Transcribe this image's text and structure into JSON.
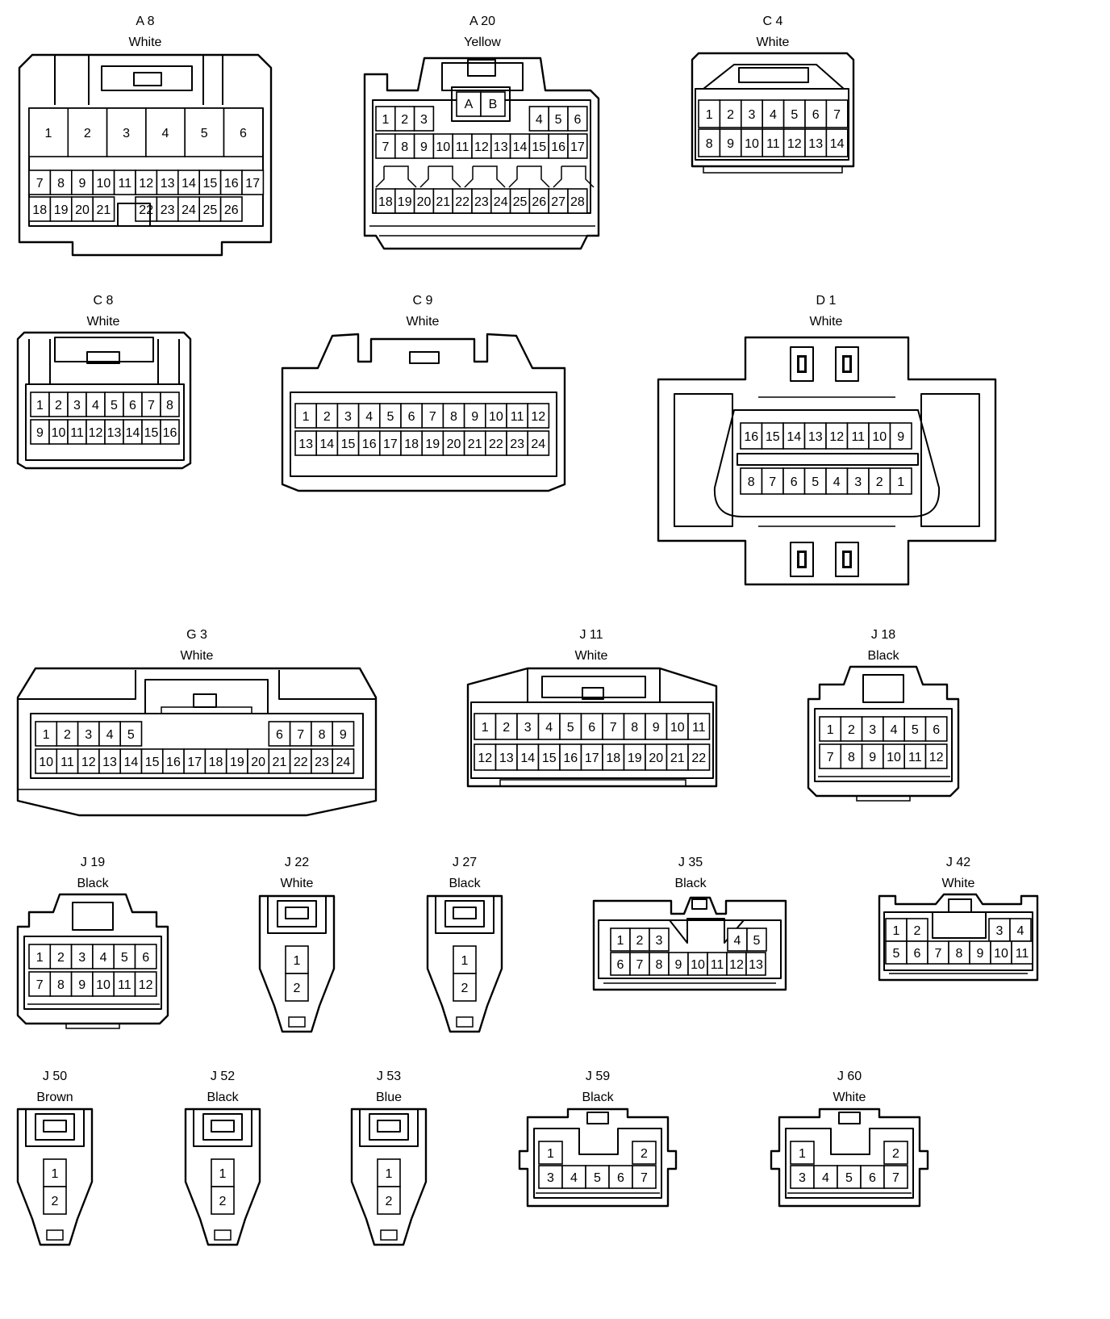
{
  "connectors": [
    {
      "id": "A 8",
      "color": "White",
      "rows": [
        [
          "1",
          "2",
          "3",
          "4",
          "5",
          "6"
        ],
        [
          "7",
          "8",
          "9",
          "10",
          "11",
          "12",
          "13",
          "14",
          "15",
          "16",
          "17"
        ],
        [
          "18",
          "19",
          "20",
          "21",
          "",
          "22",
          "23",
          "24",
          "25",
          "26"
        ]
      ]
    },
    {
      "id": "A 20",
      "color": "Yellow",
      "top_pins": [
        "A",
        "B"
      ],
      "rows": [
        [
          "1",
          "2",
          "3",
          "",
          "",
          "",
          "",
          "",
          "4",
          "5",
          "6"
        ],
        [
          "7",
          "8",
          "9",
          "10",
          "11",
          "12",
          "13",
          "14",
          "15",
          "16",
          "17"
        ],
        [
          "18",
          "19",
          "20",
          "21",
          "22",
          "23",
          "24",
          "25",
          "26",
          "27",
          "28"
        ]
      ]
    },
    {
      "id": "C 4",
      "color": "White",
      "rows": [
        [
          "1",
          "2",
          "3",
          "4",
          "5",
          "6",
          "7"
        ],
        [
          "8",
          "9",
          "10",
          "11",
          "12",
          "13",
          "14"
        ]
      ]
    },
    {
      "id": "C 8",
      "color": "White",
      "rows": [
        [
          "1",
          "2",
          "3",
          "4",
          "5",
          "6",
          "7",
          "8"
        ],
        [
          "9",
          "10",
          "11",
          "12",
          "13",
          "14",
          "15",
          "16"
        ]
      ]
    },
    {
      "id": "C 9",
      "color": "White",
      "rows": [
        [
          "1",
          "2",
          "3",
          "4",
          "5",
          "6",
          "7",
          "8",
          "9",
          "10",
          "11",
          "12"
        ],
        [
          "13",
          "14",
          "15",
          "16",
          "17",
          "18",
          "19",
          "20",
          "21",
          "22",
          "23",
          "24"
        ]
      ]
    },
    {
      "id": "D 1",
      "color": "White",
      "rows": [
        [
          "16",
          "15",
          "14",
          "13",
          "12",
          "11",
          "10",
          "9"
        ],
        [
          "8",
          "7",
          "6",
          "5",
          "4",
          "3",
          "2",
          "1"
        ]
      ]
    },
    {
      "id": "G 3",
      "color": "White",
      "rows": [
        [
          "1",
          "2",
          "3",
          "4",
          "5",
          "",
          "",
          "",
          "",
          "",
          "",
          "6",
          "7",
          "8",
          "9"
        ],
        [
          "10",
          "11",
          "12",
          "13",
          "14",
          "15",
          "16",
          "17",
          "18",
          "19",
          "20",
          "21",
          "22",
          "23",
          "24"
        ]
      ]
    },
    {
      "id": "J 11",
      "color": "White",
      "rows": [
        [
          "1",
          "2",
          "3",
          "4",
          "5",
          "6",
          "7",
          "8",
          "9",
          "10",
          "11"
        ],
        [
          "12",
          "13",
          "14",
          "15",
          "16",
          "17",
          "18",
          "19",
          "20",
          "21",
          "22"
        ]
      ]
    },
    {
      "id": "J 18",
      "color": "Black",
      "rows": [
        [
          "1",
          "2",
          "3",
          "4",
          "5",
          "6"
        ],
        [
          "7",
          "8",
          "9",
          "10",
          "11",
          "12"
        ]
      ]
    },
    {
      "id": "J 19",
      "color": "Black",
      "rows": [
        [
          "1",
          "2",
          "3",
          "4",
          "5",
          "6"
        ],
        [
          "7",
          "8",
          "9",
          "10",
          "11",
          "12"
        ]
      ]
    },
    {
      "id": "J 22",
      "color": "White",
      "rows": [
        [
          "1"
        ],
        [
          "2"
        ]
      ]
    },
    {
      "id": "J 27",
      "color": "Black",
      "rows": [
        [
          "1"
        ],
        [
          "2"
        ]
      ]
    },
    {
      "id": "J 35",
      "color": "Black",
      "rows": [
        [
          "1",
          "2",
          "3",
          "",
          "",
          "",
          "4",
          "5"
        ],
        [
          "6",
          "7",
          "8",
          "9",
          "10",
          "11",
          "12",
          "13"
        ]
      ]
    },
    {
      "id": "J 42",
      "color": "White",
      "rows": [
        [
          "1",
          "2",
          "",
          "",
          "",
          "3",
          "4"
        ],
        [
          "5",
          "6",
          "7",
          "8",
          "9",
          "10",
          "11"
        ]
      ]
    },
    {
      "id": "J 50",
      "color": "Brown",
      "rows": [
        [
          "1"
        ],
        [
          "2"
        ]
      ]
    },
    {
      "id": "J 52",
      "color": "Black",
      "rows": [
        [
          "1"
        ],
        [
          "2"
        ]
      ]
    },
    {
      "id": "J 53",
      "color": "Blue",
      "rows": [
        [
          "1"
        ],
        [
          "2"
        ]
      ]
    },
    {
      "id": "J 59",
      "color": "Black",
      "rows": [
        [
          "1",
          "",
          "",
          "",
          "2"
        ],
        [
          "3",
          "4",
          "5",
          "6",
          "7"
        ]
      ]
    },
    {
      "id": "J 60",
      "color": "White",
      "rows": [
        [
          "1",
          "",
          "",
          "",
          "2"
        ],
        [
          "3",
          "4",
          "5",
          "6",
          "7"
        ]
      ]
    }
  ]
}
